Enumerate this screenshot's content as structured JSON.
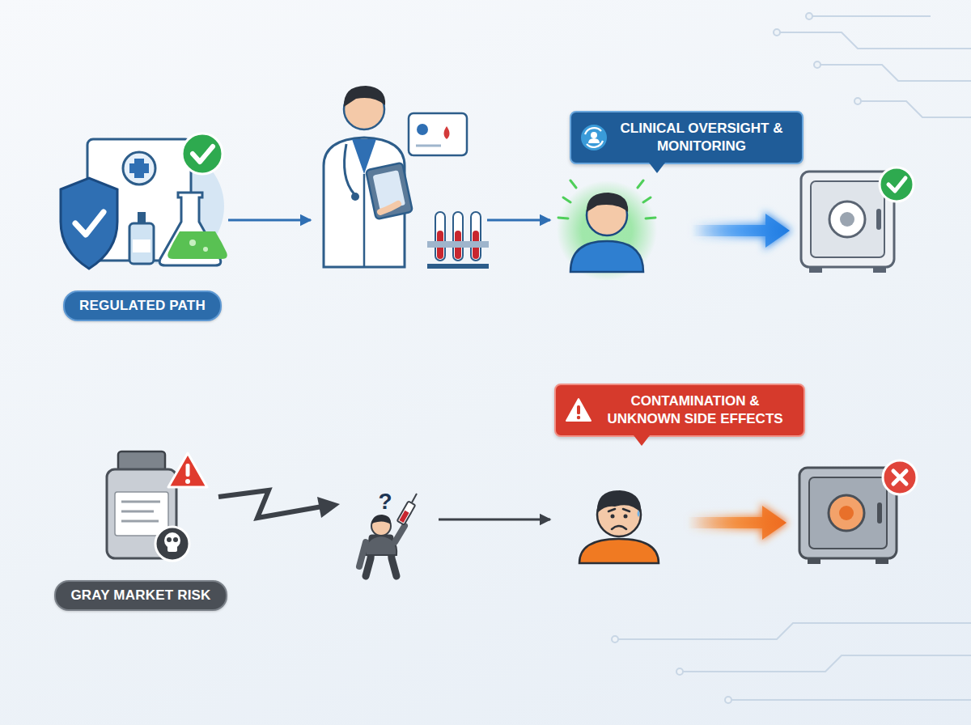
{
  "diagram": {
    "nodes": [
      {
        "text": [
          "REGULATED PATH"
        ]
      },
      {
        "text": [
          "CLINICAL OVERSIGHT & MONITORING"
        ]
      },
      {
        "text": [
          "GRAY MARKET RISK"
        ]
      },
      {
        "text": [
          "CONTAMINATION & UNKNOWN SIDE EFFECTS"
        ]
      }
    ],
    "labels": [
      "?"
    ]
  }
}
